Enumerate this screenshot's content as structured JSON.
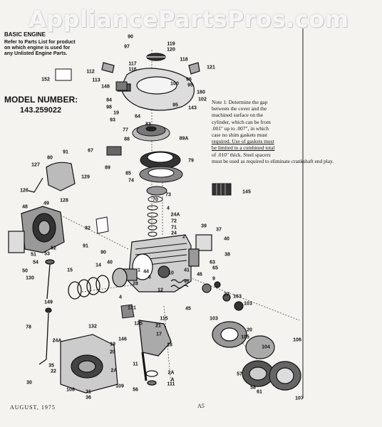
{
  "watermark": "AppliancePartsPros.com",
  "header": {
    "title": "BASIC ENGINE",
    "lines": [
      "Refer  to Parts List for product",
      "on which engine is used for",
      "any Unlisted Engine Parts."
    ]
  },
  "model": {
    "label": "MODEL NUMBER:",
    "value": "143.259022"
  },
  "note": {
    "lines": [
      "Note  1:  Determine  the  gap",
      "between  the  cover  and  the",
      "machined  surface  on  the",
      "cylinder,  which  can  be  from",
      ".001\"  up  to  .007\",  in  which",
      "case  no  shim  gaskets  must",
      "required.  Use  of  gaskets  must",
      "be  limited  to  a  combined  total",
      "of  .010\"  thick.  Steel  spacers",
      "must be used as required to eliminate crankshaft end play."
    ]
  },
  "footer": {
    "date": "AUGUST, 1975",
    "page": "A5"
  },
  "part_labels": [
    "90",
    "97",
    "119",
    "120",
    "118",
    "117",
    "116",
    "112",
    "121",
    "152",
    "113",
    "148",
    "100",
    "96",
    "95",
    "180",
    "102",
    "84",
    "98",
    "19",
    "95",
    "143",
    "93",
    "64",
    "83",
    "77",
    "89A",
    "67",
    "88",
    "79",
    "89",
    "85",
    "74",
    "80",
    "91",
    "127",
    "129",
    "126",
    "128",
    "73",
    "70",
    "145",
    "4",
    "24A",
    "72",
    "71",
    "24",
    "48",
    "49",
    "82",
    "2",
    "39",
    "37",
    "40",
    "91",
    "52",
    "38",
    "51",
    "53",
    "54",
    "50",
    "90",
    "14",
    "65",
    "63",
    "15",
    "130",
    "40",
    "4",
    "44",
    "6",
    "1",
    "45",
    "28",
    "12",
    "10",
    "41",
    "46",
    "47",
    "9",
    "27",
    "163",
    "103",
    "103",
    "149",
    "131",
    "115",
    "21",
    "20",
    "105",
    "104",
    "106",
    "125",
    "78",
    "132",
    "24A",
    "146",
    "17",
    "11",
    "18",
    "19",
    "20",
    "2A",
    "2A",
    "35",
    "22",
    "30",
    "31",
    "36",
    "56",
    "57",
    "58",
    "61",
    "107",
    "108",
    "109",
    "111",
    "A",
    "33",
    "24",
    "24"
  ]
}
